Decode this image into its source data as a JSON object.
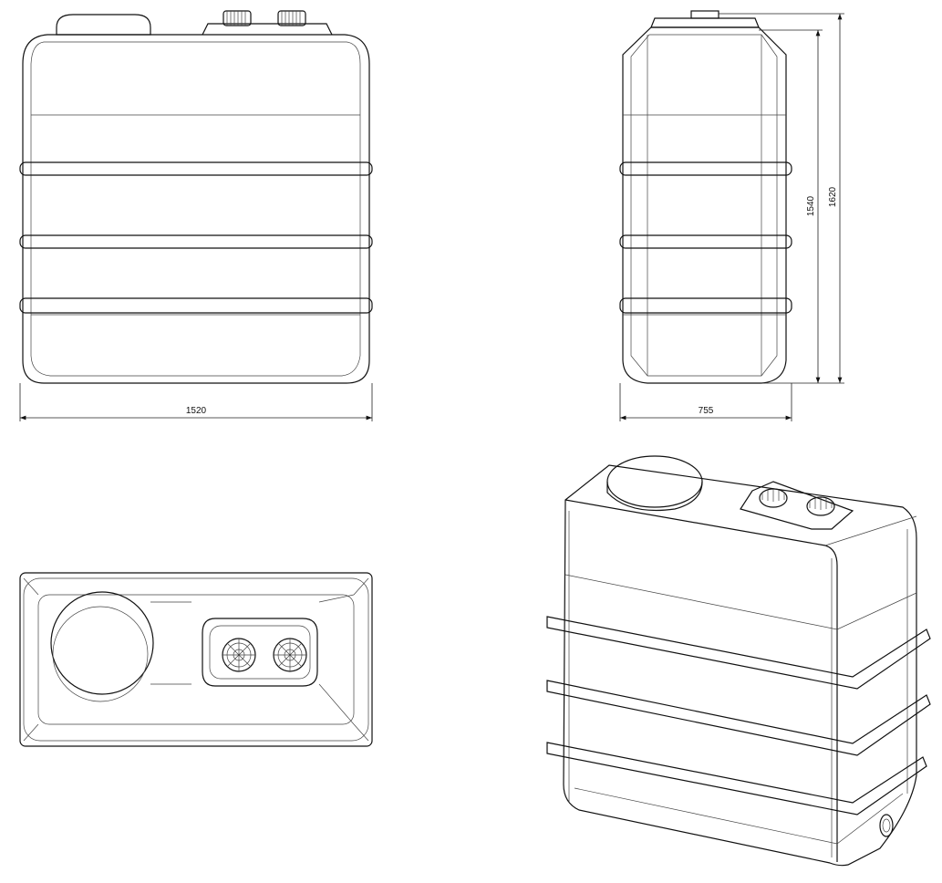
{
  "dimensions": {
    "width": "1520",
    "depth": "755",
    "body_height": "1540",
    "total_height": "1620"
  }
}
